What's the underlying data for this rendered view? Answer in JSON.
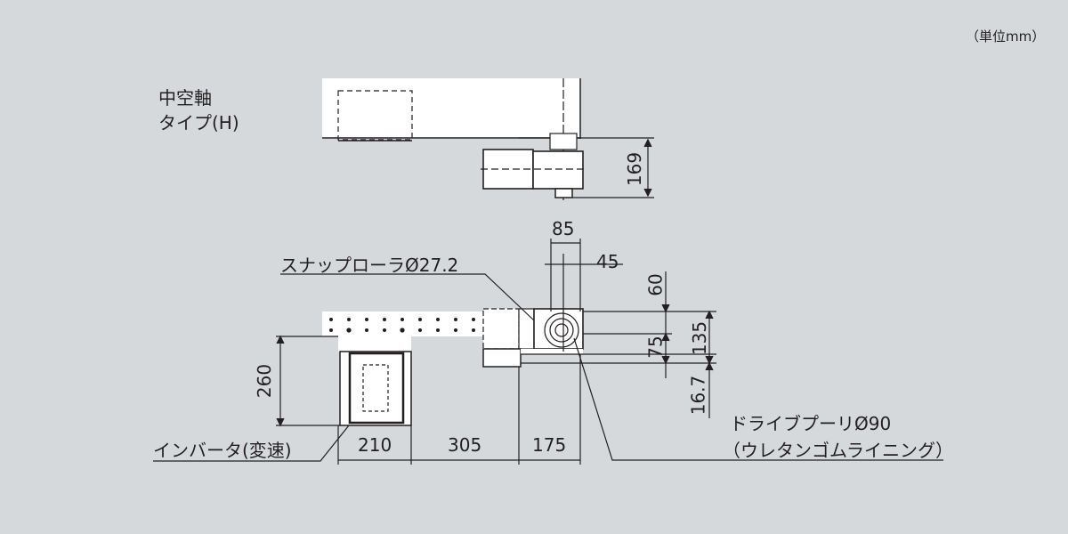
{
  "unit_note": "（単位mm）",
  "type_label": [
    "中空軸",
    "タイプ(H)"
  ],
  "callouts": {
    "snap_roller": "スナップローラØ27.2",
    "drive_pulley": "ドライブプーリØ90",
    "drive_pulley_note": "（ウレタンゴムライニング）",
    "inverter": "インバータ(変速)"
  },
  "dimensions": {
    "top_height": "169",
    "d85": "85",
    "d45": "45",
    "d60": "60",
    "d75": "75",
    "d135": "135",
    "d16_7": "16.7",
    "d260": "260",
    "d210": "210",
    "d305": "305",
    "d175": "175"
  },
  "colors": {
    "background": "#d5d9dc",
    "line": "#231f20",
    "part": "#ffffff"
  }
}
